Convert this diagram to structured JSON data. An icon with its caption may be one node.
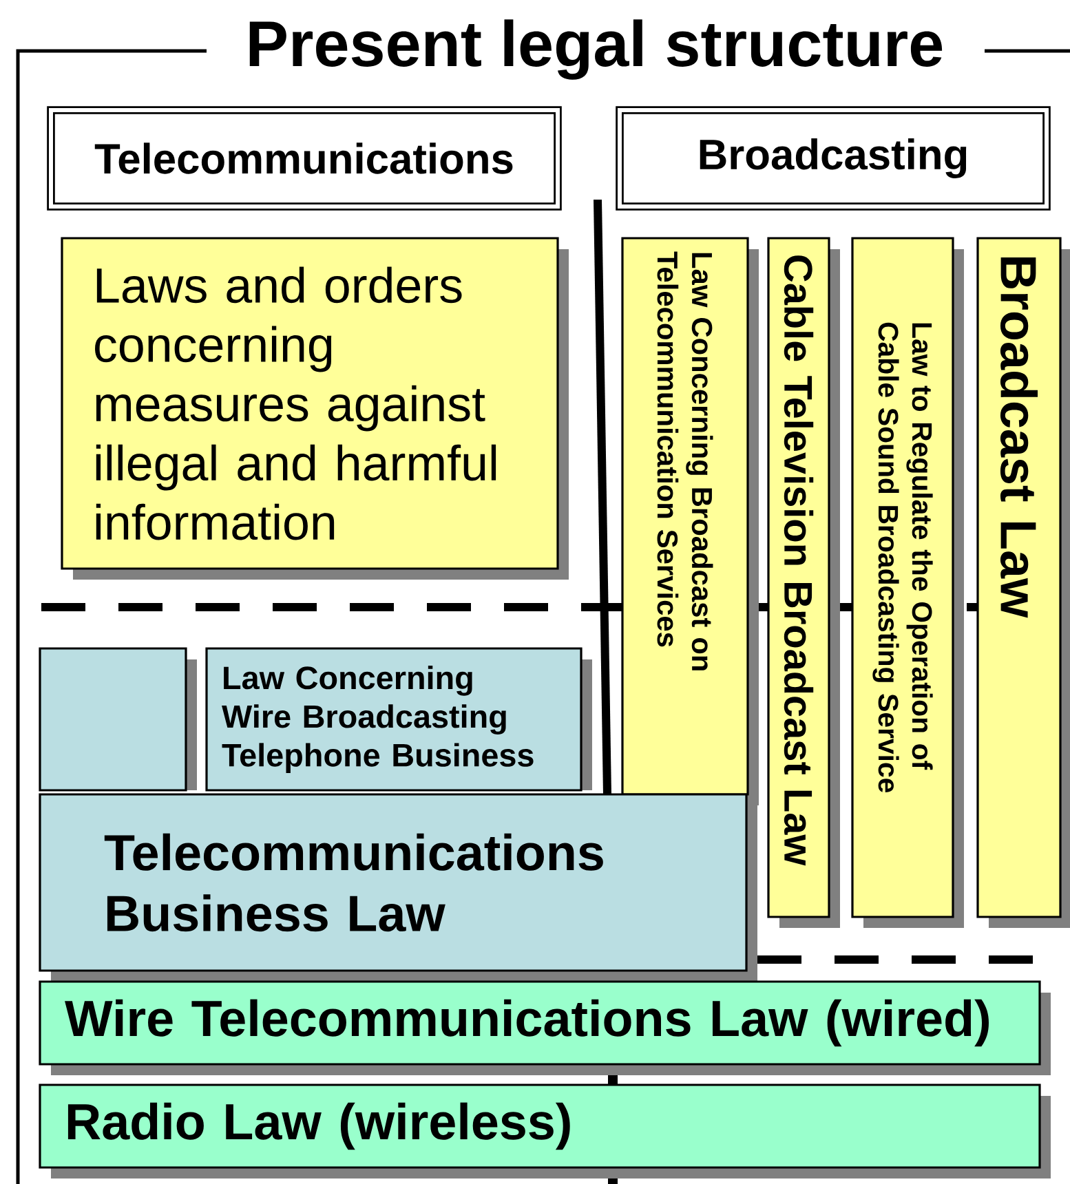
{
  "diagram": {
    "title": "Present legal structure",
    "nodes": [
      {
        "text": [
          "Telecommunications"
        ]
      },
      {
        "text": [
          "Broadcasting"
        ]
      },
      {
        "text": [
          "Laws and orders concerning measures against illegal and harmful information"
        ]
      },
      {
        "text": [
          "Law Concerning Broadcast on Telecommunication Services"
        ]
      },
      {
        "text": [
          "Cable Television Broadcast Law"
        ]
      },
      {
        "text": [
          "Law to Regulate the Operation of Cable Sound Broadcasting Service"
        ]
      },
      {
        "text": [
          "Broadcast Law"
        ]
      },
      {
        "text": [],
        "shape": "box"
      },
      {
        "text": [
          "Law Concerning Wire Broadcasting Telephone Business"
        ]
      },
      {
        "text": [
          "Telecommunications Business Law"
        ]
      },
      {
        "text": [
          "Wire Telecommunications Law (wired)"
        ]
      },
      {
        "text": [
          "Radio Law (wireless)"
        ]
      }
    ]
  }
}
